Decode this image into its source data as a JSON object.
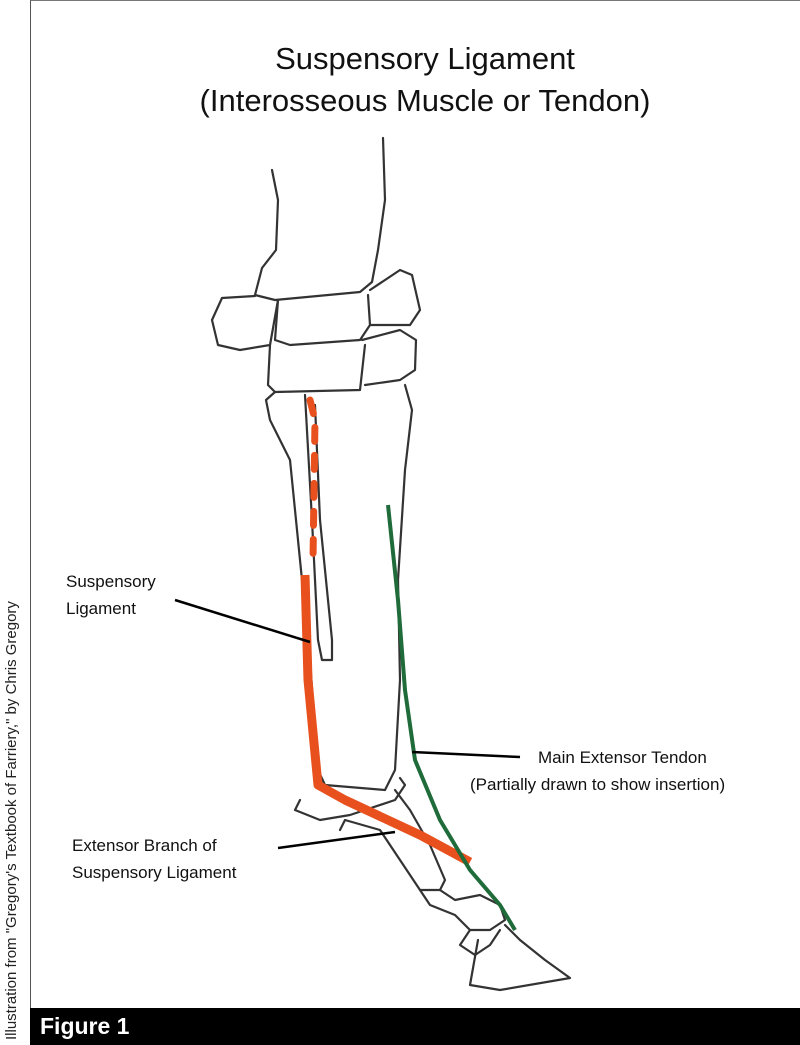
{
  "title_line1": "Suspensory Ligament",
  "title_line2": "(Interosseous Muscle or Tendon)",
  "labels": {
    "suspensory_ligament": [
      "Suspensory",
      "Ligament"
    ],
    "main_extensor": [
      "Main Extensor Tendon",
      "(Partially drawn to show insertion)"
    ],
    "extensor_branch": [
      "Extensor Branch of",
      "Suspensory Ligament"
    ]
  },
  "credit": "Illustration from \"Gregory's Textbook of Farriery,\" by Chris Gregory",
  "figure_label": "Figure 1",
  "colors": {
    "ligament": "#e8501e",
    "tendon": "#1f6b3a",
    "outline": "#333333"
  }
}
